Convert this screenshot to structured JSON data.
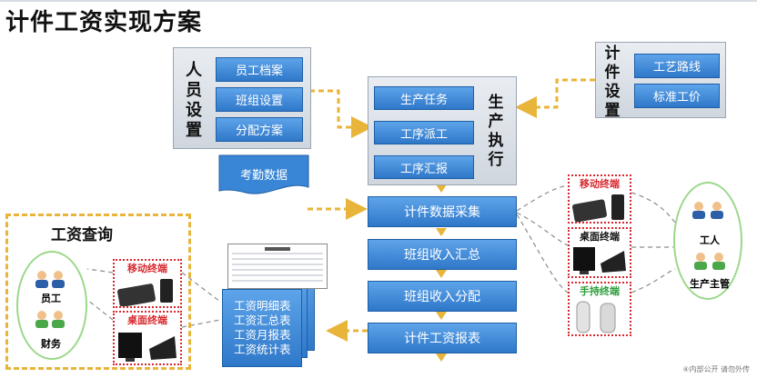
{
  "title": "计件工资实现方案",
  "personnel": {
    "label": "人员设置",
    "items": [
      "员工档案",
      "班组设置",
      "分配方案"
    ]
  },
  "attendance": "考勤数据",
  "production": {
    "label": "生产执行",
    "items": [
      "生产任务",
      "工序派工",
      "工序汇报"
    ]
  },
  "piecework": {
    "label": "计件设置",
    "items": [
      "工艺路线",
      "标准工价"
    ]
  },
  "flow": [
    "计件数据采集",
    "班组收入汇总",
    "班组收入分配",
    "计件工资报表"
  ],
  "salary_query": {
    "label": "工资查询",
    "roles": [
      "员工",
      "财务"
    ],
    "terminals": [
      "移动终端",
      "桌面终端"
    ]
  },
  "reports": [
    "工资明细表",
    "工资汇总表",
    "工资月报表",
    "工资统计表"
  ],
  "right_terminals": [
    "移动终端",
    "桌面终端",
    "手持终端"
  ],
  "right_roles": [
    "工人",
    "生产主管"
  ],
  "footer": "④内部公开 请勿外传",
  "colors": {
    "button": "#3a86d6",
    "arrow": "#e8b53a",
    "red": "#d8282e",
    "green": "#2d9d3a"
  }
}
